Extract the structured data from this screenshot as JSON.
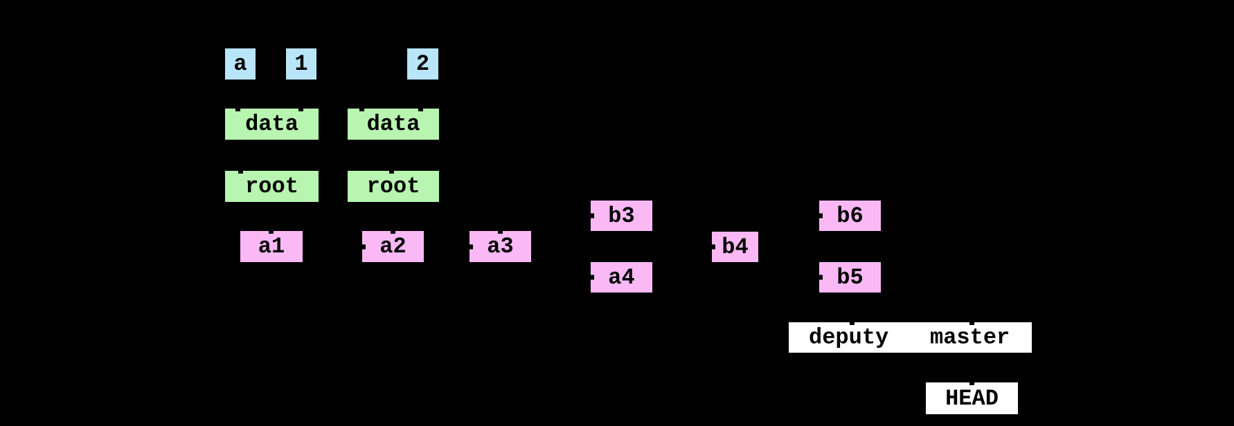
{
  "colors": {
    "background": "#000000",
    "blob_box": "#b9e5f9",
    "tree_box": "#b8f5b0",
    "commit_box": "#fab9f5",
    "ref_box": "#ffffff",
    "label_text": "#000000"
  },
  "nodes": {
    "tag_a": {
      "label": "a"
    },
    "tag_1": {
      "label": "1"
    },
    "tag_2": {
      "label": "2"
    },
    "data_1": {
      "label": "data"
    },
    "data_2": {
      "label": "data"
    },
    "root_1": {
      "label": "root"
    },
    "root_2": {
      "label": "root"
    },
    "a1": {
      "label": "a1"
    },
    "a2": {
      "label": "a2"
    },
    "a3": {
      "label": "a3"
    },
    "a4": {
      "label": "a4"
    },
    "b3": {
      "label": "b3"
    },
    "b4": {
      "label": "b4"
    },
    "b5": {
      "label": "b5"
    },
    "b6": {
      "label": "b6"
    },
    "deputy": {
      "label": "deputy"
    },
    "master": {
      "label": "master"
    },
    "head": {
      "label": "HEAD"
    }
  }
}
